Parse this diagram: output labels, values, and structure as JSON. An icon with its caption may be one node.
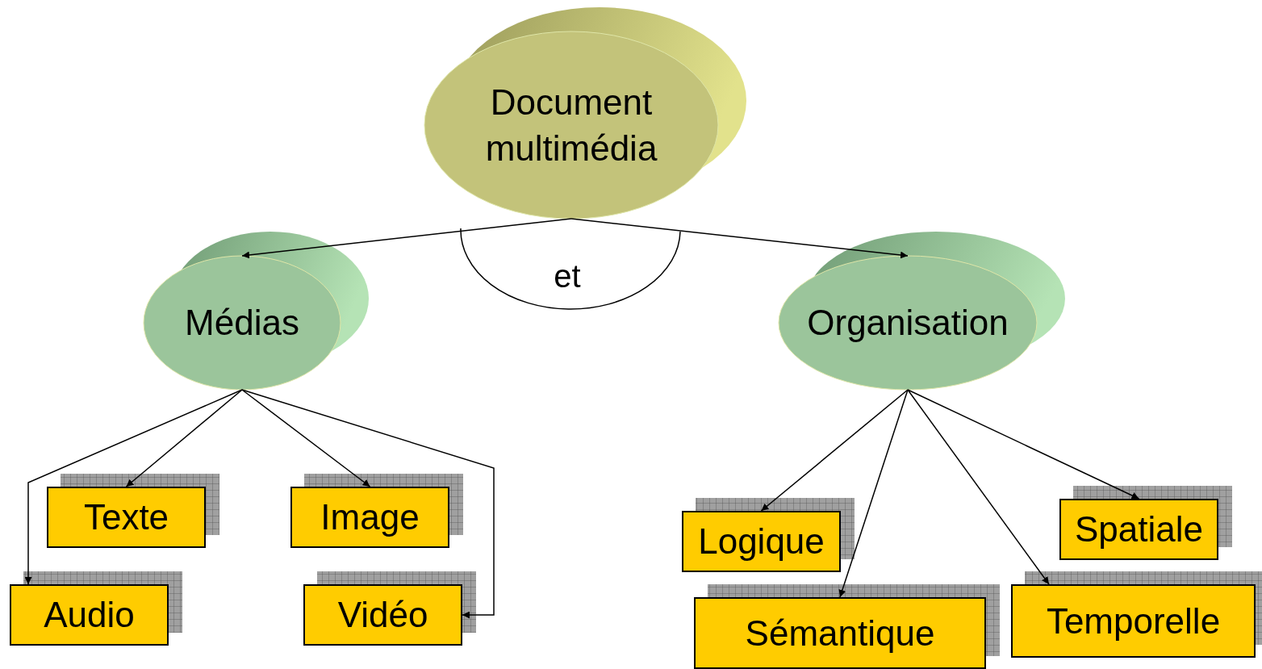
{
  "diagram": {
    "nodes": [
      {
        "text": [
          "Document multimédia"
        ]
      },
      {
        "text": [
          "Médias"
        ]
      },
      {
        "text": [
          "Organisation"
        ]
      },
      {
        "text": [
          "Texte"
        ]
      },
      {
        "text": [
          "Image"
        ]
      },
      {
        "text": [
          "Audio"
        ]
      },
      {
        "text": [
          "Vidéo"
        ]
      },
      {
        "text": [
          "Logique"
        ]
      },
      {
        "text": [
          "Sémantique"
        ]
      },
      {
        "text": [
          "Spatiale"
        ]
      },
      {
        "text": [
          "Temporelle"
        ]
      }
    ],
    "edges": [
      {
        "from": 0,
        "to": 1,
        "arrow": "to"
      },
      {
        "from": 0,
        "to": 2,
        "arrow": "to"
      },
      {
        "from": 1,
        "to": 3,
        "arrow": "to"
      },
      {
        "from": 1,
        "to": 5,
        "arrow": "to"
      },
      {
        "from": 1,
        "to": 4,
        "arrow": "to"
      },
      {
        "from": 1,
        "to": 6,
        "arrow": "to"
      },
      {
        "from": 2,
        "to": 7,
        "arrow": "to"
      },
      {
        "from": 2,
        "to": 8,
        "arrow": "to"
      },
      {
        "from": 2,
        "to": 10,
        "arrow": "to"
      },
      {
        "from": 2,
        "to": 9,
        "arrow": "to"
      }
    ],
    "labels": [
      "et"
    ]
  }
}
